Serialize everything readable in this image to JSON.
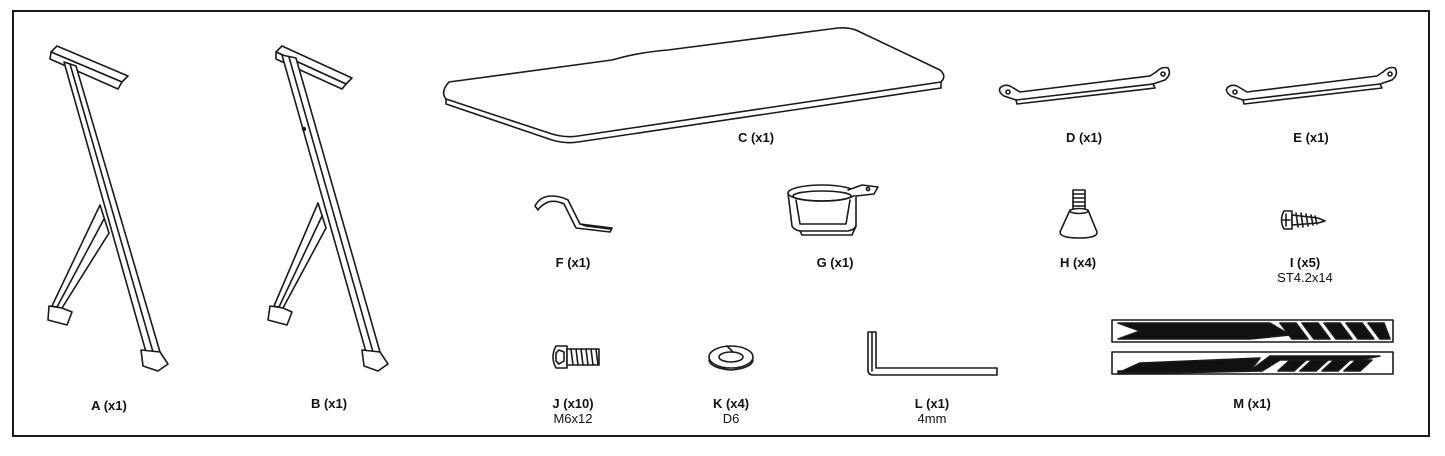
{
  "parts": {
    "A": {
      "label": "A (x1)",
      "icon": "x-leg-left-icon"
    },
    "B": {
      "label": "B (x1)",
      "icon": "x-leg-right-icon"
    },
    "C": {
      "label": "C (x1)",
      "icon": "desktop-board-icon"
    },
    "D": {
      "label": "D (x1)",
      "icon": "support-bar-icon"
    },
    "E": {
      "label": "E (x1)",
      "icon": "support-bar-icon"
    },
    "F": {
      "label": "F (x1)",
      "icon": "headphone-hook-icon"
    },
    "G": {
      "label": "G (x1)",
      "icon": "cup-holder-icon"
    },
    "H": {
      "label": "H (x4)",
      "icon": "leveling-foot-icon"
    },
    "I": {
      "label": "I (x5)",
      "spec": "ST4.2x14",
      "icon": "wood-screw-icon"
    },
    "J": {
      "label": "J (x10)",
      "spec": "M6x12",
      "icon": "hex-bolt-icon"
    },
    "K": {
      "label": "K (x4)",
      "spec": "D6",
      "icon": "spring-washer-icon"
    },
    "L": {
      "label": "L (x1)",
      "spec": "4mm",
      "icon": "allen-key-icon"
    },
    "M": {
      "label": "M (x1)",
      "icon": "decal-stickers-icon"
    }
  },
  "colors": {
    "stroke": "#1a1a1a",
    "fill": "#ffffff",
    "dark": "#111111"
  }
}
